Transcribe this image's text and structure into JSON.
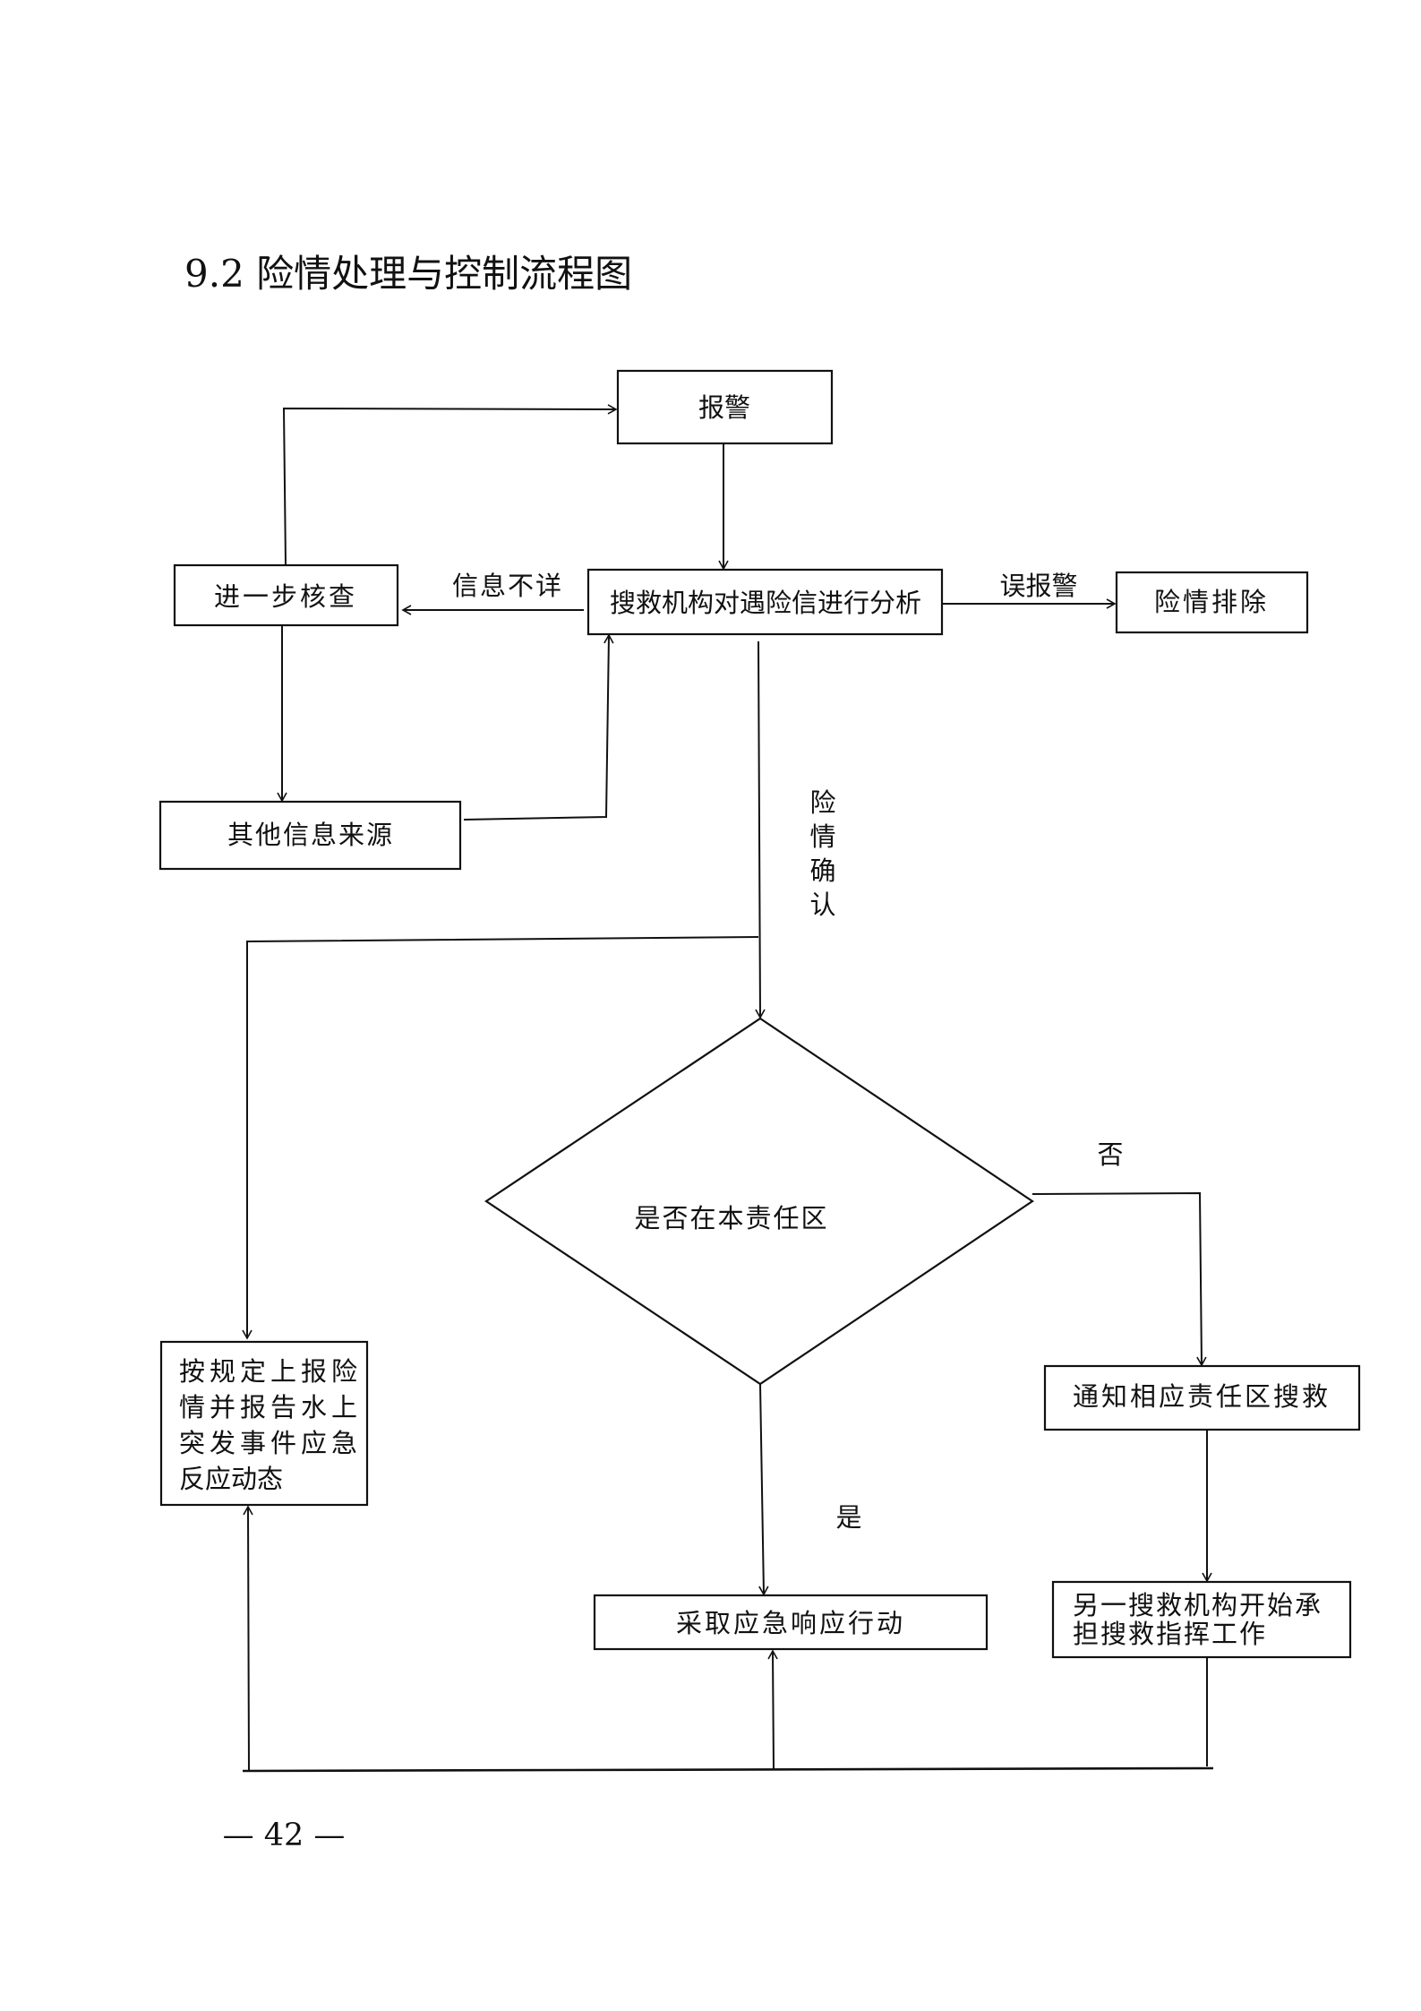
{
  "title": "9.2 险情处理与控制流程图",
  "nodes": {
    "alarm": "报警",
    "analysis": "搜救机构对遇险信进行分析",
    "further_check": "进一步核查",
    "other_sources": "其他信息来源",
    "cleared": "险情排除",
    "decision": "是否在本责任区",
    "report_lines": [
      "按规定上报险",
      "情并报告水上",
      "突发事件应急",
      "反应动态"
    ],
    "notify": "通知相应责任区搜救",
    "response": "采取应急响应行动",
    "other_agency_lines": [
      "另一搜救机构开始承",
      "担搜救指挥工作"
    ]
  },
  "edge_labels": {
    "info_unclear": "信息不详",
    "false_alarm": "误报警",
    "confirmed_chars": [
      "险",
      "情",
      "确",
      "认"
    ],
    "no": "否",
    "yes": "是"
  },
  "page_number": "— 42 —"
}
